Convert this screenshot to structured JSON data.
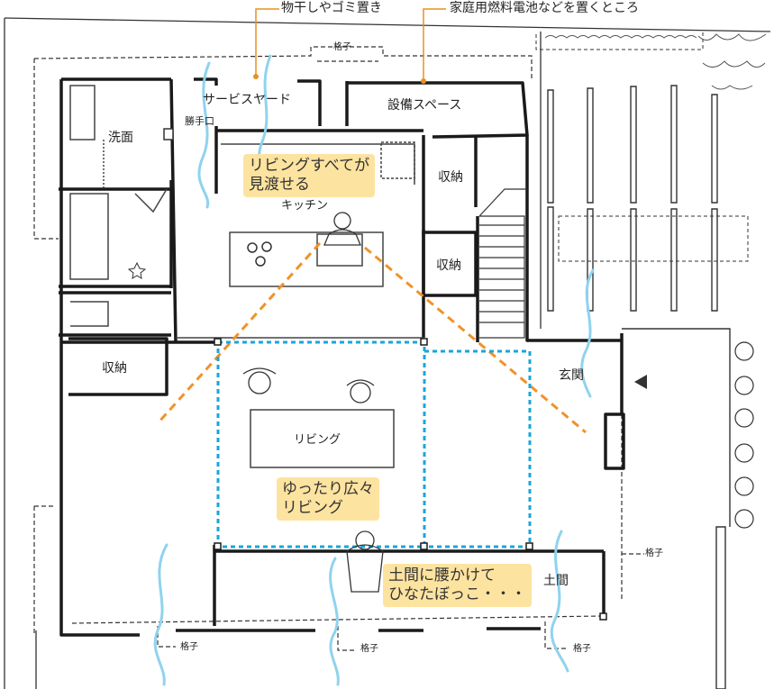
{
  "annotations": {
    "laundry_storage": "物干しやゴミ置き",
    "equipment_note": "家庭用燃料電池などを置くところ"
  },
  "rooms": {
    "service_yard": "サービスヤード",
    "equipment_space": "設備スペース",
    "washroom": "洗面",
    "back_door": "勝手口",
    "kitchen": "キッチン",
    "storage_1": "収納",
    "storage_2": "収納",
    "storage_3": "収納",
    "living": "リビング",
    "entrance": "玄関",
    "doma": "土間"
  },
  "lattice": {
    "top": "格子",
    "bottom_left": "格子",
    "bottom_mid": "格子",
    "bottom_right": "格子",
    "right": "格子"
  },
  "callouts": {
    "view_line1": "リビングすべてが",
    "view_line2": "見渡せる",
    "spacious_line1": "ゆったり広々",
    "spacious_line2": "リビング",
    "doma_line1": "土間に腰かけて",
    "doma_line2": "ひなたぼっこ・・・"
  },
  "colors": {
    "leader": "#e8901e",
    "sightline": "#f0922a",
    "living_zone": "#1aa6d9",
    "breeze": "#8fd3ee",
    "callout_bg": "#fde3a0",
    "wall": "#1a1a1a"
  }
}
